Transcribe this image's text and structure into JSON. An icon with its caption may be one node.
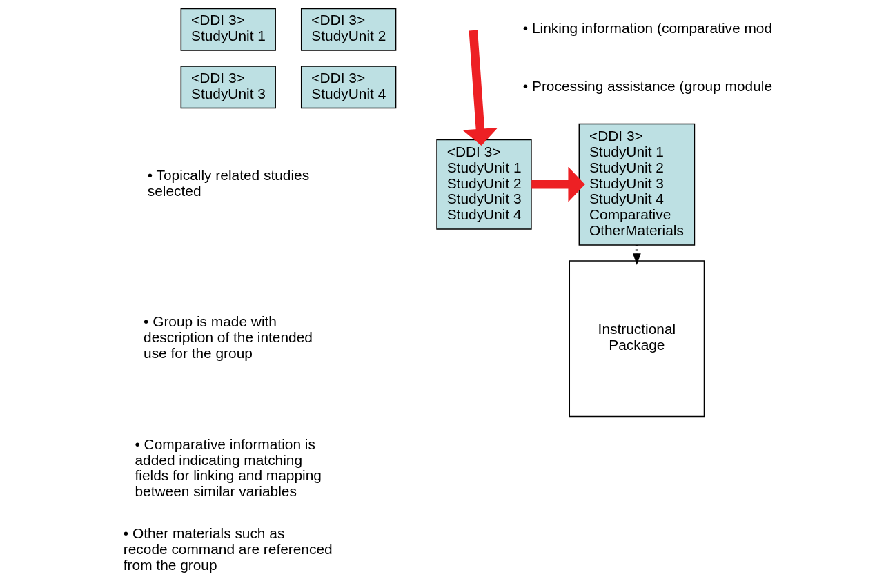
{
  "diagram": {
    "nodes": [
      {
        "text": [
          "<DDI 3> StudyUnit 1"
        ]
      },
      {
        "text": [
          "<DDI 3> StudyUnit 2"
        ]
      },
      {
        "text": [
          "<DDI 3> StudyUnit 3"
        ]
      },
      {
        "text": [
          "<DDI 3> StudyUnit 4"
        ]
      },
      {
        "text": [
          "<DDI 3> StudyUnit 1 StudyUnit 2 StudyUnit 3 StudyUnit 4"
        ]
      },
      {
        "text": [
          "<DDI 3> StudyUnit 1 StudyUnit 2 StudyUnit 3 StudyUnit 4 Comparative OtherMaterials"
        ]
      },
      {
        "text": [
          "Instructional Package"
        ]
      }
    ],
    "edges": [
      {
        "from": null,
        "to": 4,
        "arrow": "to"
      },
      {
        "from": 4,
        "to": 5,
        "arrow": "to"
      },
      {
        "from": 5,
        "to": 6,
        "arrow": "to",
        "style": "dashed",
        "color": "#000000"
      }
    ],
    "labels": [
      "• Linking information (comparative mod",
      "• Processing assistance (group module",
      "• Topically related studies selected",
      "• Group is made with description of the intended use for the group",
      "• Comparative information is added indicating matching fields for linking and mapping between similar variables",
      "• Other materials such as recode command are referenced from the group"
    ]
  }
}
